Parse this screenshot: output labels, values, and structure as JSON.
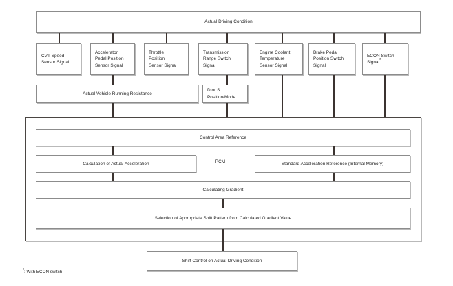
{
  "diagram": {
    "title": "Actual Driving Condition",
    "top_node": {
      "label": "Actual Driving Condition"
    },
    "sensor_inputs": [
      {
        "id": "cvt-speed-sensor-signal",
        "label": "CVT Speed\nSensor Signal"
      },
      {
        "id": "accelerator-pedal-position-sensor-signal",
        "label": "Accelerator\nPedal Position\nSensor Signal"
      },
      {
        "id": "throttle-position-sensor-signal",
        "label": "Throttle\nPosition\nSensor Signal"
      },
      {
        "id": "transmission-range-switch-signal",
        "label": "Transmission\nRange Switch\nSignal"
      },
      {
        "id": "engine-coolant-temperature-sensor-signal",
        "label": "Engine Coolant\nTemperature\nSensor Signal"
      },
      {
        "id": "brake-pedal-position-switch-signal",
        "label": "Brake Pedal\nPosition Switch\nSignal"
      },
      {
        "id": "econ-switch-signal",
        "label": "ECON Switch\nSignal",
        "footnote_mark": "*"
      }
    ],
    "intermediate_nodes": [
      {
        "id": "actual-vehicle-running-resistance",
        "label": "Actual Vehicle Running Resistance"
      },
      {
        "id": "d-or-s-position-mode",
        "label": "D or S\nPosition/Mode"
      }
    ],
    "pcm": {
      "label": "PCM",
      "nodes": [
        {
          "id": "control-area-reference",
          "label": "Control Area Reference"
        },
        {
          "id": "calculation-of-actual-acceleration",
          "label": "Calculation of Actual Acceleration"
        },
        {
          "id": "standard-acceleration-reference",
          "label": "Standard Acceleration Reference (Internal Memory)"
        },
        {
          "id": "calculating-gradient",
          "label": "Calculating Gradient"
        },
        {
          "id": "selection-of-shift-pattern",
          "label": "Selection of Appropriate Shift Pattern from Calculated Gradient Value"
        }
      ]
    },
    "output_node": {
      "label": "Shift Control on Actual Driving Condition"
    },
    "footnote": {
      "mark": "*",
      "text": ": With ECON switch"
    },
    "colors": {
      "box_border": "#8c8c8c",
      "frame_border": "#4a4542",
      "connector": "#3b3330",
      "background": "#ffffff",
      "text": "#1f1f1f"
    }
  }
}
